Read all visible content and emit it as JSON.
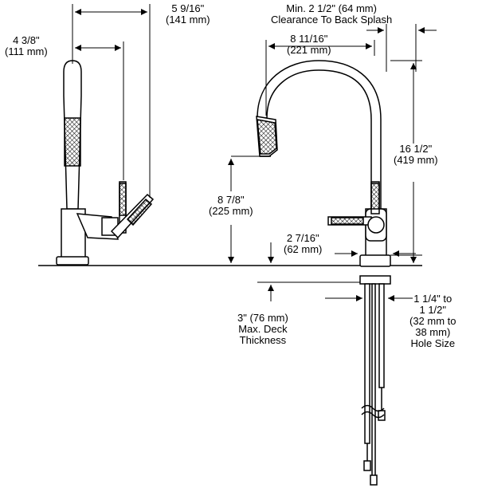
{
  "dimensions": {
    "side_reach": {
      "imperial": "5 9/16\"",
      "metric": "(141 mm)"
    },
    "side_handle": {
      "imperial": "4 3/8\"",
      "metric": "(111 mm)"
    },
    "backsplash_clearance": {
      "line1": "Min. 2 1/2\" (64 mm)",
      "line2": "Clearance To Back Splash"
    },
    "spout_reach": {
      "imperial": "8 11/16\"",
      "metric": "(221 mm)"
    },
    "overall_height": {
      "imperial": "16 1/2\"",
      "metric": "(419 mm)"
    },
    "spout_height": {
      "imperial": "8 7/8\"",
      "metric": "(225 mm)"
    },
    "base_width": {
      "imperial": "2 7/16\"",
      "metric": "(62 mm)"
    },
    "deck_thickness": {
      "line1": "3\" (76 mm)",
      "line2": "Max. Deck",
      "line3": "Thickness"
    },
    "hole_size": {
      "line1": "1 1/4\" to",
      "line2": "1 1/2\"",
      "line3": "(32 mm to",
      "line4": "38 mm)",
      "line5": "Hole Size"
    }
  }
}
